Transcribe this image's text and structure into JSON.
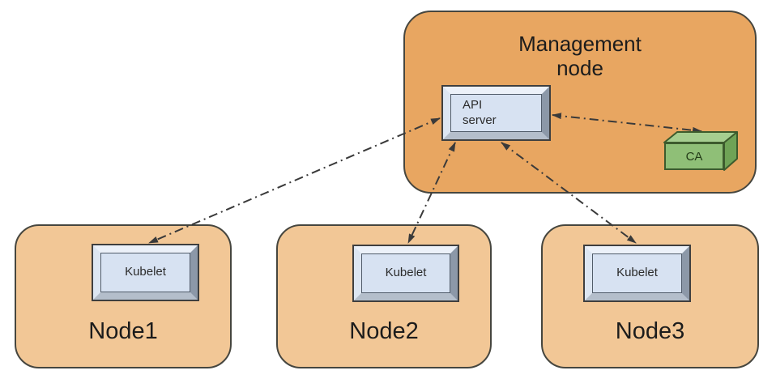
{
  "diagram": {
    "management_node": {
      "title": "Management\nnode",
      "api_server_label": "API\nserver",
      "ca_label": "CA"
    },
    "nodes": [
      {
        "name": "Node1",
        "component": "Kubelet"
      },
      {
        "name": "Node2",
        "component": "Kubelet"
      },
      {
        "name": "Node3",
        "component": "Kubelet"
      }
    ],
    "connections": [
      {
        "from": "API server",
        "to": "Kubelet (Node1)",
        "style": "dash-dot",
        "bidirectional": true
      },
      {
        "from": "API server",
        "to": "Kubelet (Node2)",
        "style": "dash-dot",
        "bidirectional": true
      },
      {
        "from": "API server",
        "to": "Kubelet (Node3)",
        "style": "dash-dot",
        "bidirectional": true
      },
      {
        "from": "API server",
        "to": "CA",
        "style": "dash-dot",
        "bidirectional": true
      }
    ],
    "colors": {
      "management_node_fill": "#E8A661",
      "worker_node_fill": "#F2C796",
      "component_box_fill": "#D7E2F2",
      "ca_front_fill": "#8FBF77",
      "ca_top_fill": "#A6CE90",
      "ca_side_fill": "#6FA356",
      "shape_border": "#46463F",
      "arrow": "#3A3A3A",
      "background": "#FFFFFF"
    }
  }
}
